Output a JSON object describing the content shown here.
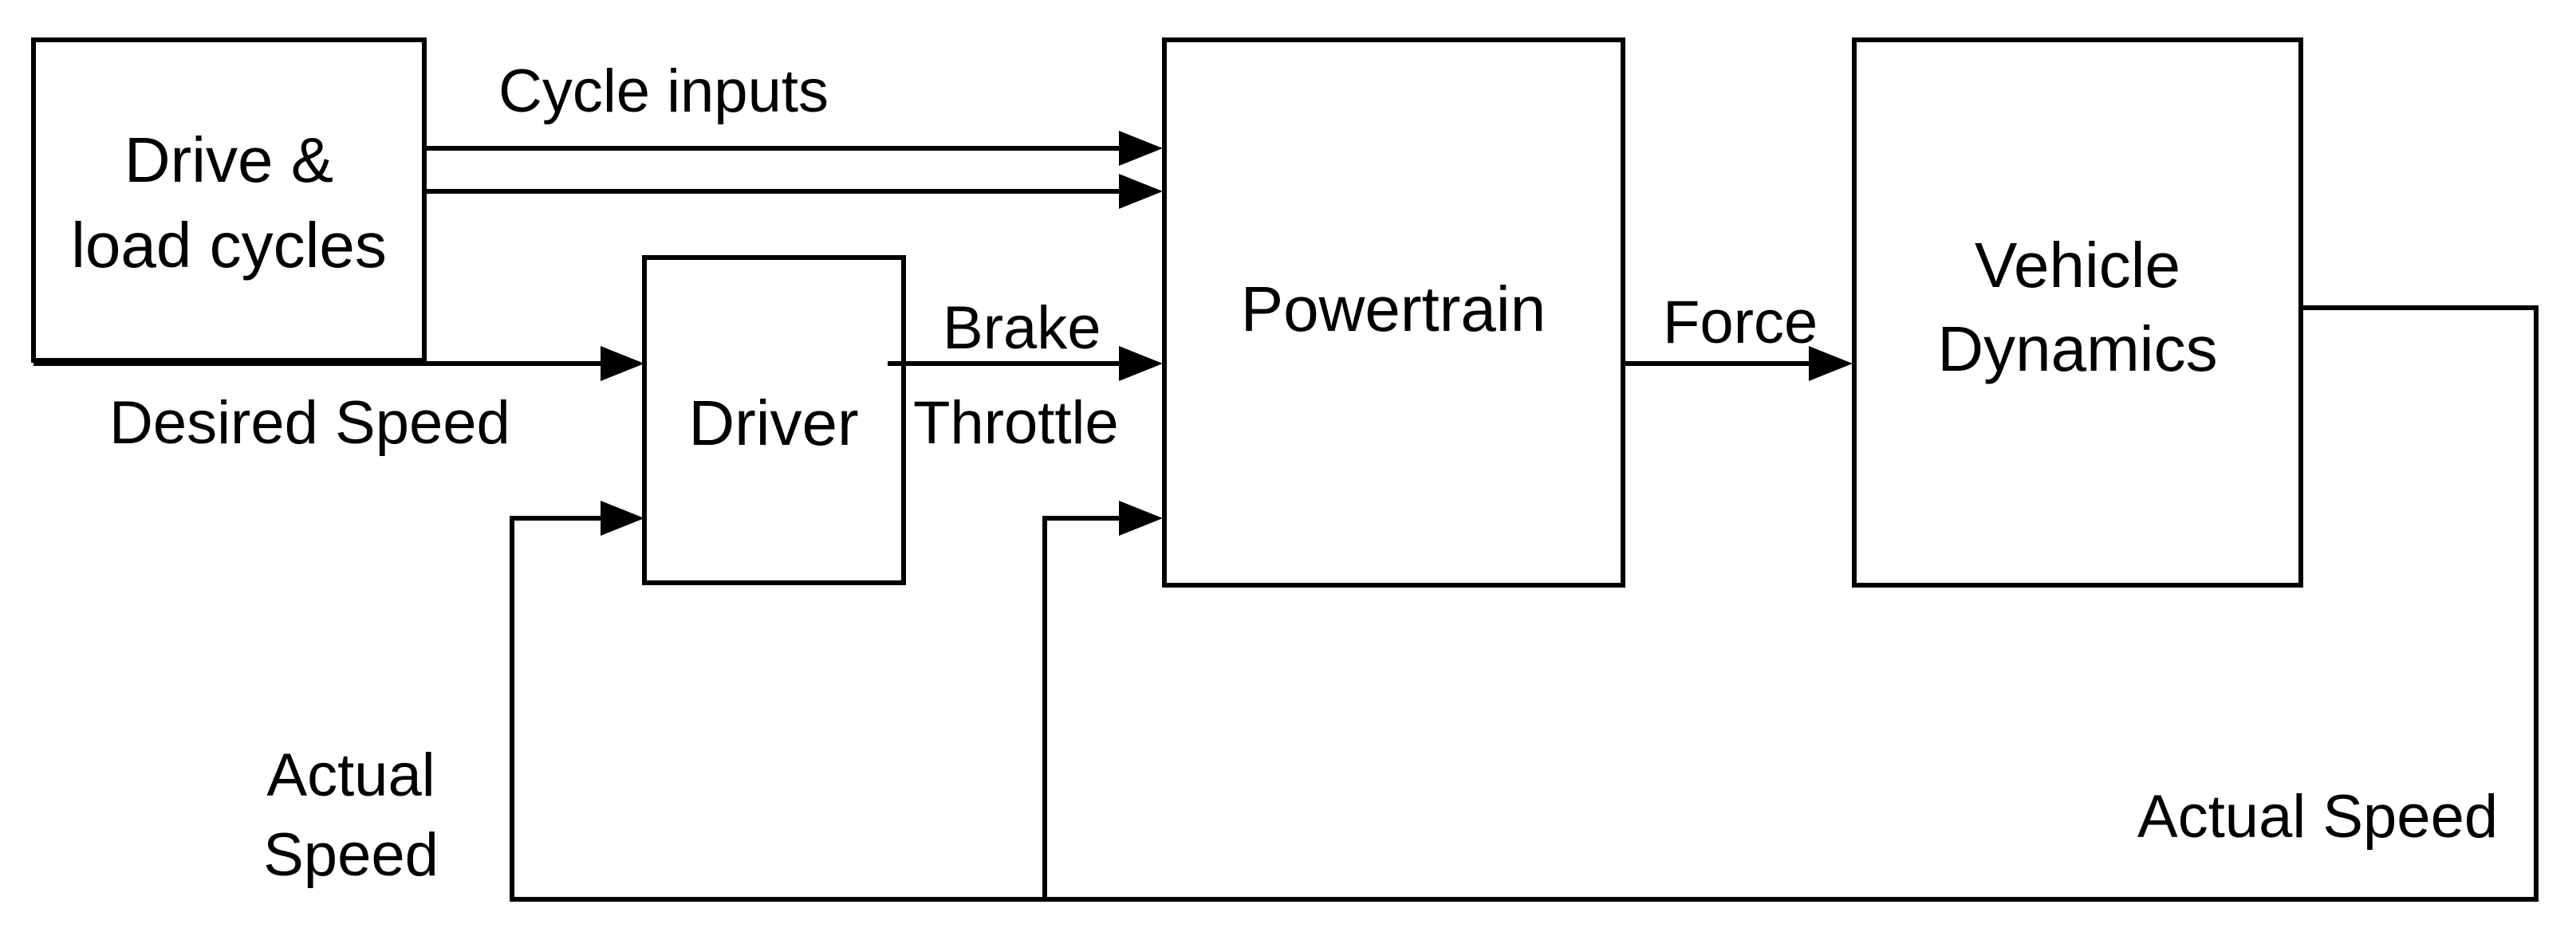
{
  "blocks": {
    "drive_load_cycles": {
      "line1": "Drive &",
      "line2": "load cycles"
    },
    "driver": {
      "label": "Driver"
    },
    "powertrain": {
      "label": "Powertrain"
    },
    "vehicle_dynamics": {
      "line1": "Vehicle",
      "line2": "Dynamics"
    }
  },
  "signals": {
    "cycle_inputs": "Cycle inputs",
    "desired_speed": "Desired Speed",
    "brake": "Brake",
    "throttle": "Throttle",
    "force": "Force",
    "actual_speed_left_line1": "Actual",
    "actual_speed_left_line2": "Speed",
    "actual_speed_right": "Actual Speed"
  },
  "colors": {
    "stroke": "#000000",
    "background": "#ffffff"
  }
}
